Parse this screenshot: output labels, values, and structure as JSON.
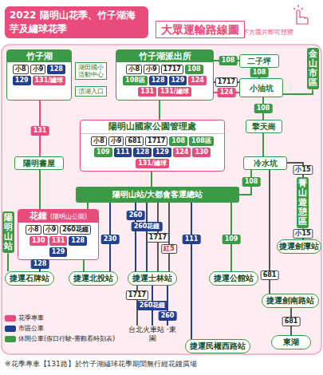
{
  "diagram": {
    "title": "2022 陽明山花季、竹子湖海芋及繡球花季",
    "caption": "※花季專車【131路】於竹子湖繡球花季期間無行經花鐘廣場",
    "nodes": [
      {
        "text": [
          "大眾運輸路線圖"
        ]
      },
      {
        "text": [
          "竹子湖"
        ]
      },
      {
        "text": [
          "小8"
        ],
        "in": 1
      },
      {
        "text": [
          "小9"
        ],
        "in": 1
      },
      {
        "text": [
          "128"
        ],
        "in": 1
      },
      {
        "text": [
          "129"
        ],
        "in": 1
      },
      {
        "text": [
          "131/繡球"
        ],
        "in": 1
      },
      {
        "text": [
          "湖田國小活動中心"
        ]
      },
      {
        "text": [
          "頂湖入口"
        ]
      },
      {
        "text": [
          "竹子湖派出所"
        ]
      },
      {
        "text": [
          "小8"
        ],
        "in": 9
      },
      {
        "text": [
          "小9"
        ],
        "in": 9
      },
      {
        "text": [
          "1717"
        ],
        "in": 9
      },
      {
        "text": [
          "108"
        ],
        "in": 9
      },
      {
        "text": [
          "108區"
        ],
        "in": 9
      },
      {
        "text": [
          "128"
        ],
        "in": 9
      },
      {
        "text": [
          "129"
        ],
        "in": 9
      },
      {
        "text": [
          "124"
        ],
        "in": 9
      },
      {
        "text": [
          "131"
        ],
        "in": 9
      },
      {
        "text": [
          "131/繡球"
        ],
        "in": 9
      },
      {
        "text": [
          "二子坪"
        ]
      },
      {
        "text": [
          "金山市區"
        ]
      },
      {
        "text": [
          "小油坑"
        ]
      },
      {
        "text": [
          "擎天崗"
        ]
      },
      {
        "text": [
          "陽明山國家公園管理處"
        ]
      },
      {
        "text": [
          "小8"
        ],
        "in": 24
      },
      {
        "text": [
          "小9"
        ],
        "in": 24
      },
      {
        "text": [
          "681"
        ],
        "in": 24
      },
      {
        "text": [
          "1717"
        ],
        "in": 24
      },
      {
        "text": [
          "108"
        ],
        "in": 24
      },
      {
        "text": [
          "108區"
        ],
        "in": 24
      },
      {
        "text": [
          "109"
        ],
        "in": 24
      },
      {
        "text": [
          "111"
        ],
        "in": 24
      },
      {
        "text": [
          "128"
        ],
        "in": 24
      },
      {
        "text": [
          "129"
        ],
        "in": 24
      },
      {
        "text": [
          "124"
        ],
        "in": 24
      },
      {
        "text": [
          "130"
        ],
        "in": 24
      },
      {
        "text": [
          "131/繡球"
        ],
        "in": 24
      },
      {
        "text": [
          "冷水坑"
        ]
      },
      {
        "text": [
          "陽明書屋"
        ]
      },
      {
        "text": [
          "陽明山站/大都會客運總站"
        ]
      },
      {
        "text": [
          "菁山遊憩區"
        ]
      },
      {
        "text": [
          "陽明山站"
        ]
      },
      {
        "text": [
          "花鐘",
          "(陽明山公園)"
        ]
      },
      {
        "text": [
          "小8"
        ],
        "in": 43
      },
      {
        "text": [
          "小9"
        ],
        "in": 43
      },
      {
        "text": [
          "260花鐘"
        ],
        "in": 43
      },
      {
        "text": [
          "130"
        ],
        "in": 43
      },
      {
        "text": [
          "131"
        ],
        "in": 43
      },
      {
        "text": [
          "128"
        ],
        "in": 43
      },
      {
        "text": [
          "129"
        ],
        "in": 43
      },
      {
        "text": [
          "捷運劍潭站"
        ]
      },
      {
        "text": [
          "捷運石牌站"
        ]
      },
      {
        "text": [
          "捷運北投站"
        ]
      },
      {
        "text": [
          "捷運士林站"
        ]
      },
      {
        "text": [
          "捷運公館站"
        ]
      },
      {
        "text": [
          "捷運劍南路站"
        ]
      },
      {
        "text": [
          "台北火車站 ·東園"
        ]
      },
      {
        "text": [
          "捷運民權西路站"
        ]
      },
      {
        "text": [
          "東湖"
        ]
      }
    ],
    "edges": [
      {
        "from": 9,
        "to": 20,
        "arrow": "none",
        "label": "108"
      },
      {
        "from": 20,
        "to": 22,
        "arrow": "none",
        "label": "108"
      },
      {
        "from": 9,
        "to": 22,
        "arrow": "none",
        "label": "1717"
      },
      {
        "from": 9,
        "to": 22,
        "arrow": "none",
        "label": "124"
      },
      {
        "from": 21,
        "to": 22,
        "arrow": "none"
      },
      {
        "from": 22,
        "to": 23,
        "arrow": "none",
        "label": "108"
      },
      {
        "from": 23,
        "to": 38,
        "arrow": "none"
      },
      {
        "from": 38,
        "to": 40,
        "arrow": "none",
        "label": "108"
      },
      {
        "from": 38,
        "to": 41,
        "arrow": "none",
        "label": "小15"
      },
      {
        "from": 41,
        "to": 51,
        "arrow": "none",
        "label": "小15"
      },
      {
        "from": 38,
        "to": 56,
        "arrow": "none",
        "label": "681"
      },
      {
        "from": 56,
        "to": 59,
        "arrow": "none",
        "label": "681"
      },
      {
        "from": 9,
        "to": 24,
        "arrow": "none"
      },
      {
        "from": 24,
        "to": 40,
        "arrow": "none"
      },
      {
        "from": 1,
        "to": 39,
        "arrow": "none",
        "label": "131"
      },
      {
        "from": 39,
        "to": 43,
        "arrow": "none"
      },
      {
        "from": 40,
        "to": 43,
        "arrow": "none"
      },
      {
        "from": 42,
        "to": 52,
        "arrow": "none"
      },
      {
        "from": 43,
        "to": 52,
        "arrow": "none",
        "label": "128"
      },
      {
        "from": 43,
        "to": 53,
        "arrow": "none"
      },
      {
        "from": 40,
        "to": 53,
        "arrow": "none",
        "label": "230"
      },
      {
        "from": 40,
        "to": 54,
        "arrow": "none",
        "label": "260"
      },
      {
        "from": 40,
        "to": 54,
        "arrow": "none",
        "label": "260花鐘"
      },
      {
        "from": 40,
        "to": 54,
        "arrow": "none",
        "label": "1717"
      },
      {
        "from": 40,
        "to": 54,
        "arrow": "none",
        "label": "紅5"
      },
      {
        "from": 40,
        "to": 58,
        "arrow": "none",
        "label": "111"
      },
      {
        "from": 40,
        "to": 55,
        "arrow": "none",
        "label": "109"
      },
      {
        "from": 54,
        "to": 57,
        "arrow": "none",
        "label": "1717"
      },
      {
        "from": 54,
        "to": 57,
        "arrow": "none",
        "label": "260花鐘"
      },
      {
        "from": 54,
        "to": 57,
        "arrow": "none",
        "label": "260"
      }
    ],
    "labels": [
      "點選下方圖片即可預覽"
    ],
    "legend": [
      {
        "text": "花季專車",
        "color": "#e94b7b"
      },
      {
        "text": "市區公車",
        "color": "#23408e"
      },
      {
        "text": "休閒公車(假日行駛-需觀看時刻表)",
        "color": "#3b9a45"
      }
    ]
  }
}
